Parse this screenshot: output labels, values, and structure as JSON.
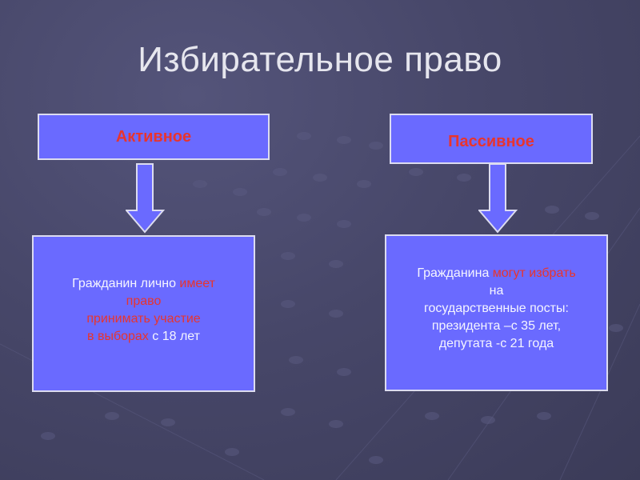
{
  "title": "Избирательное право",
  "left": {
    "header": "Активное",
    "lines": [
      {
        "normal": "Гражданин  лично ",
        "highlight": "имеет"
      },
      {
        "normal": "",
        "highlight": "право"
      },
      {
        "normal": "",
        "highlight": "принимать участие"
      },
      {
        "normal": " с 18 лет",
        "highlight": "в выборах"
      }
    ]
  },
  "right": {
    "header": "Пассивное",
    "line1_normal": "Гражданина ",
    "line1_highlight": "могут избрать",
    "line2": "на",
    "line3": "государственные посты:",
    "line4": "президента –с 35 лет,",
    "line5": "депутата -с 21 года"
  },
  "colors": {
    "box_fill": "#6a6aff",
    "highlight_text": "#e8342e",
    "background": "#474769"
  }
}
